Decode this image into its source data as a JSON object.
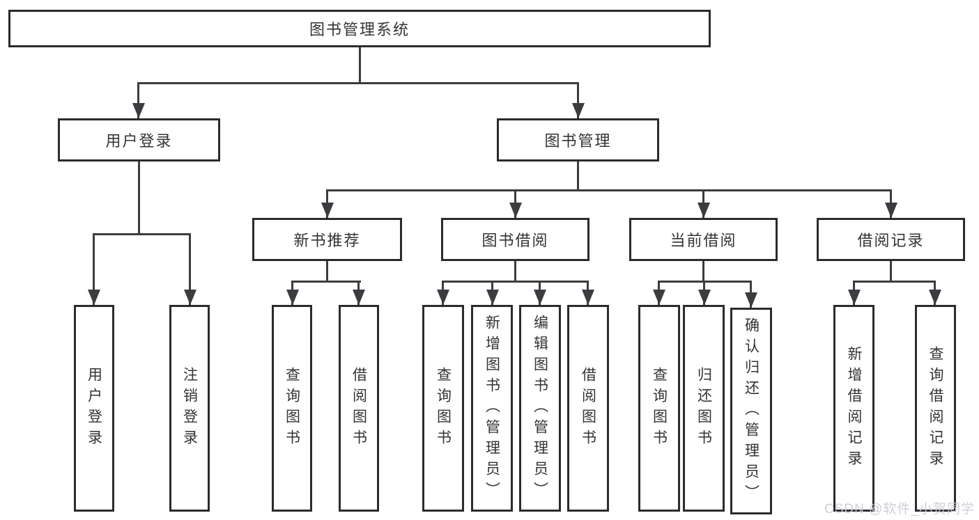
{
  "nodes": {
    "root": "图书管理系统",
    "userLogin": "用户登录",
    "bookMgmt": "图书管理",
    "newBookRec": "新书推荐",
    "bookBorrow": "图书借阅",
    "currentBorrow": "当前借阅",
    "borrowRecords": "借阅记录"
  },
  "leaves": {
    "userLogin": [
      "用户登录",
      "注销登录"
    ],
    "newBookRec": [
      "查询图书",
      "借阅图书"
    ],
    "bookBorrow": [
      "查询图书",
      "新增图书（管理员）",
      "编辑图书（管理员）",
      "借阅图书"
    ],
    "currentBorrow": [
      "查询图书",
      "归还图书",
      "确认归还（管理员）"
    ],
    "borrowRecords": [
      "新增借阅记录",
      "查询借阅记录"
    ]
  },
  "watermark": "CSDN @软件_小贺同学",
  "colors": {
    "line": "#3c3c40",
    "border": "#2b2b2e",
    "text": "#333333",
    "watermark": "#c9ccd6"
  }
}
